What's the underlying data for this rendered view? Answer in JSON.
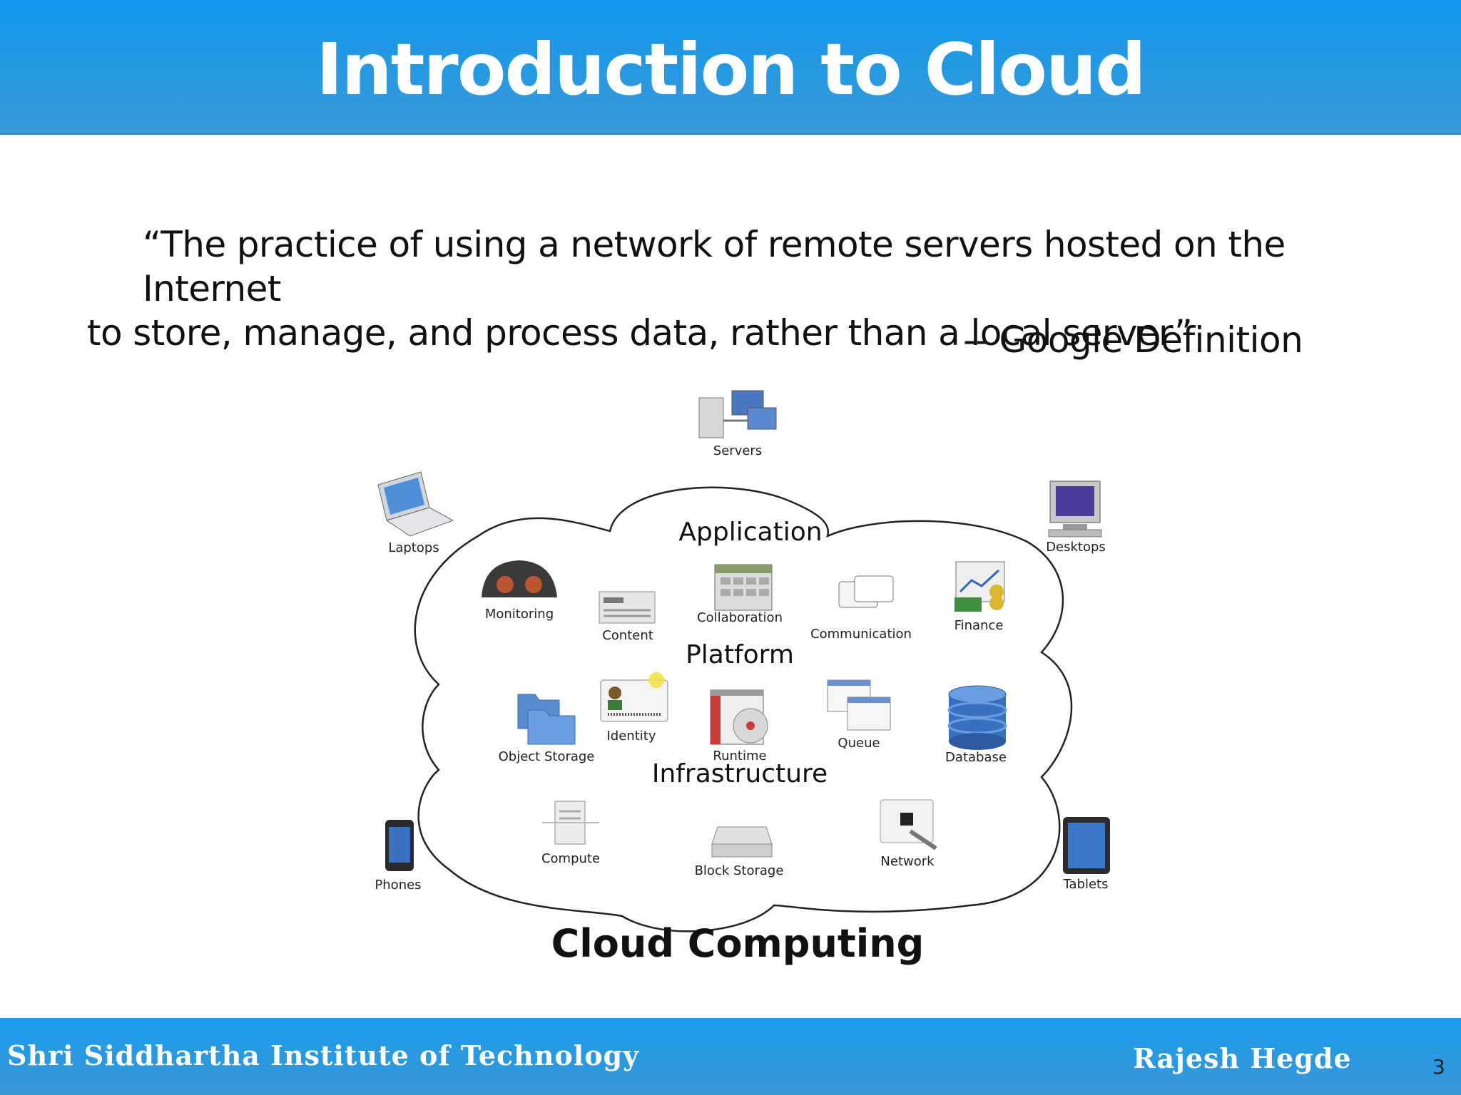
{
  "slide": {
    "title": "Introduction to Cloud",
    "quote_line1": "“The practice of using a network of remote servers hosted on the Internet",
    "quote_line2": "to store, manage, and process data, rather than a local server”",
    "attribution": "--  Google Definition",
    "page_number": "3"
  },
  "diagram": {
    "caption": "Cloud Computing",
    "sections": {
      "application": "Application",
      "platform": "Platform",
      "infrastructure": "Infrastructure"
    },
    "devices": {
      "servers": "Servers",
      "laptops": "Laptops",
      "desktops": "Desktops",
      "phones": "Phones",
      "tablets": "Tablets"
    },
    "application_items": {
      "monitoring": "Monitoring",
      "content": "Content",
      "collaboration": "Collaboration",
      "communication": "Communication",
      "finance": "Finance"
    },
    "platform_items": {
      "object_storage": "Object Storage",
      "identity": "Identity",
      "runtime": "Runtime",
      "queue": "Queue",
      "database": "Database"
    },
    "infrastructure_items": {
      "compute": "Compute",
      "block_storage": "Block Storage",
      "network": "Network"
    }
  },
  "footer": {
    "institute": "Shri Siddhartha Institute of Technology",
    "author": "Rajesh Hegde"
  }
}
